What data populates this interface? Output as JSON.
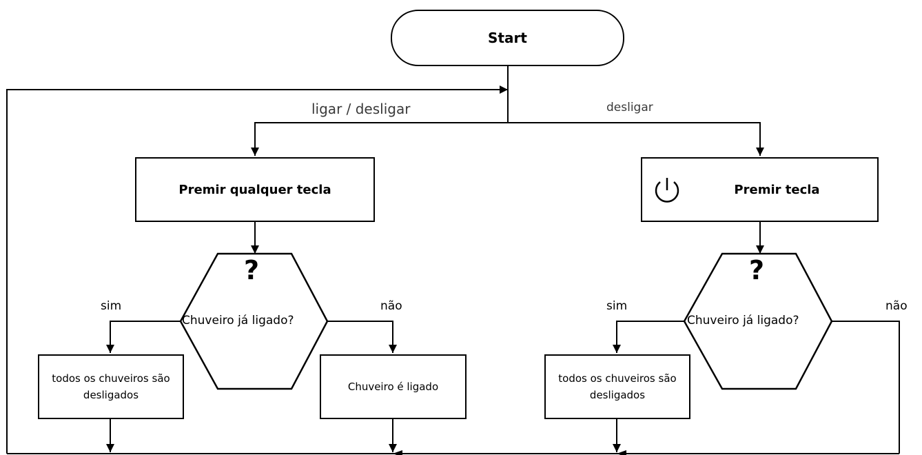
{
  "start": {
    "label": "Start"
  },
  "edges": {
    "left_label": "ligar / desligar",
    "right_label": "desligar"
  },
  "left": {
    "action": "Premir qualquer tecla",
    "decision": {
      "symbol": "?",
      "text": "Chuveiro já ligado?"
    },
    "yes_label": "sim",
    "no_label": "não",
    "yes_result": "todos os chuveiros são desligados",
    "no_result": "Chuveiro é ligado"
  },
  "right": {
    "action": "Premir tecla",
    "action_icon": "power-icon",
    "decision": {
      "symbol": "?",
      "text": "Chuveiro já ligado?"
    },
    "yes_label": "sim",
    "no_label": "não",
    "yes_result": "todos os chuveiros são desligados"
  }
}
